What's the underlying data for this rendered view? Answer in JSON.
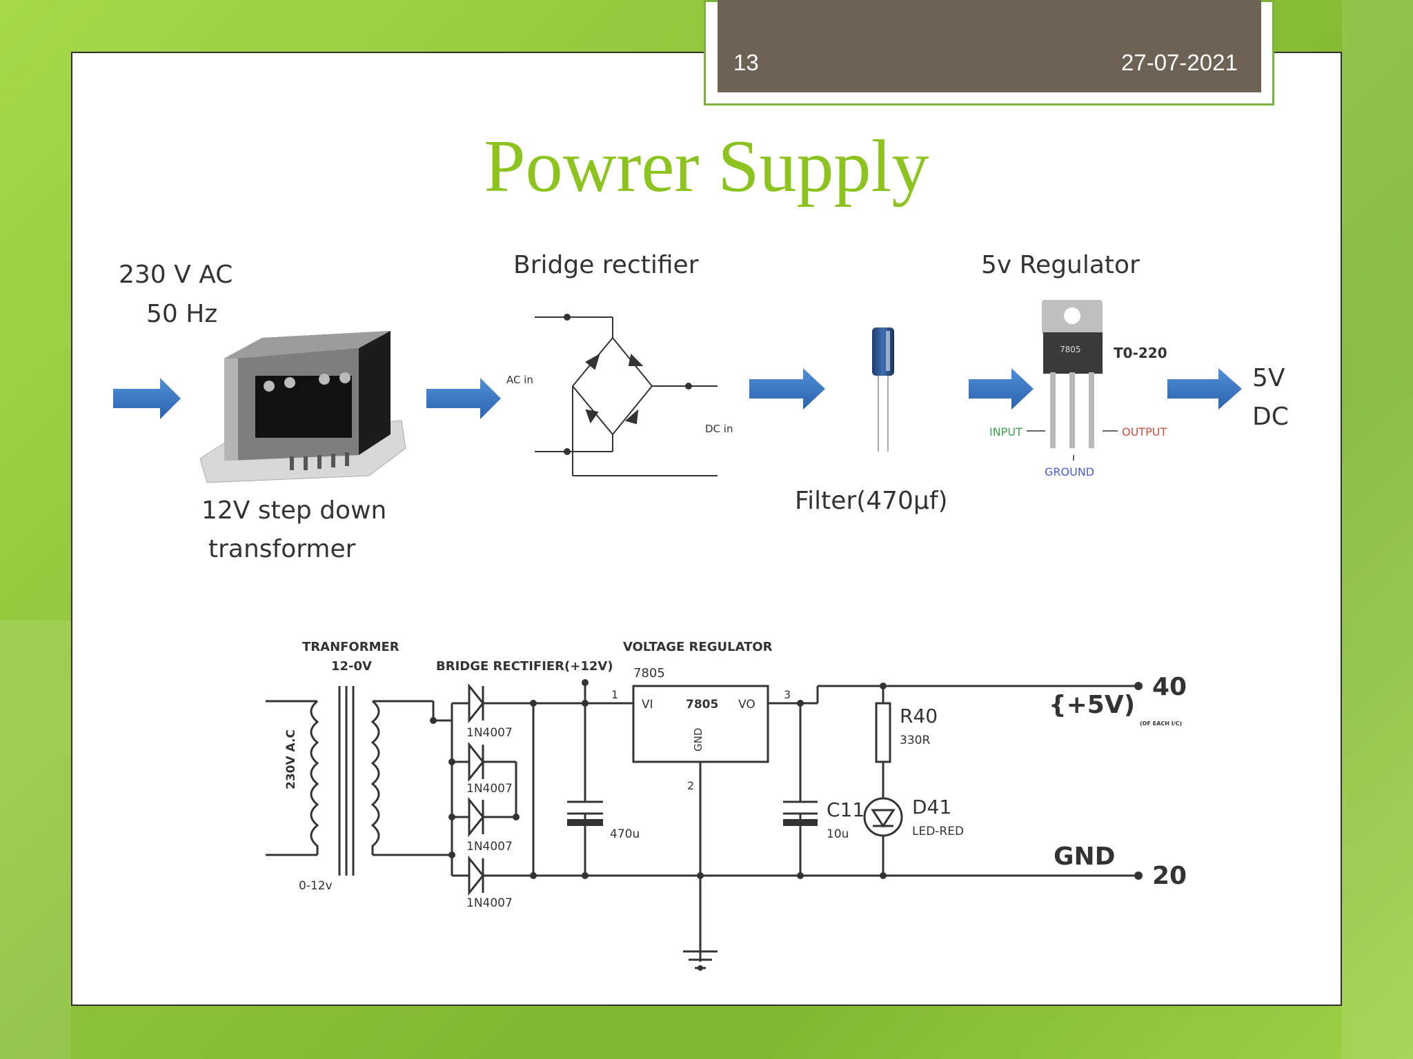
{
  "header": {
    "slide_number": "13",
    "date": "27-07-2021"
  },
  "title": "Powrer Supply",
  "block_diagram": {
    "input_label_line1": "230 V AC",
    "input_label_line2": "50 Hz",
    "transformer_label_line1": "12V step down",
    "transformer_label_line2": "transformer",
    "rectifier_label": "Bridge rectifier",
    "rectifier_ac_in": "AC in",
    "rectifier_dc_out": "DC in",
    "filter_label": "Filter(470µf)",
    "regulator_label": "5v Regulator",
    "regulator_chip": "7805",
    "regulator_package": "T0-220",
    "regulator_input": "INPUT",
    "regulator_output": "OUTPUT",
    "regulator_ground": "GROUND",
    "output_label_line1": "5V",
    "output_label_line2": "DC"
  },
  "schematic": {
    "transformer_title": "TRANFORMER",
    "transformer_rating": "12-0V",
    "primary_label": "230V A.C",
    "secondary_label": "0-12v",
    "rectifier_title": "BRIDGE RECTIFIER(+12V)",
    "diodes": [
      "1N4007",
      "1N4007",
      "1N4007",
      "1N4007"
    ],
    "filter_cap": "470u",
    "regulator_title": "VOLTAGE REGULATOR",
    "regulator_part": "7805",
    "reg_pin_in": "VI",
    "reg_pin_out": "VO",
    "reg_pin_gnd": "GND",
    "reg_chip": "7805",
    "pin1": "1",
    "pin2": "2",
    "pin3": "3",
    "out_cap_name": "C11",
    "out_cap_value": "10u",
    "resistor_name": "R40",
    "resistor_value": "330R",
    "led_name": "D41",
    "led_value": "LED-RED",
    "rail_positive": "{+5V)",
    "rail_positive_pin": "40",
    "rail_note": "(OF EACH I/C)",
    "rail_ground": "GND",
    "rail_ground_pin": "20"
  },
  "colors": {
    "accent": "#8cc31f",
    "arrow": "#3a78c8",
    "header": "#6e6254"
  }
}
